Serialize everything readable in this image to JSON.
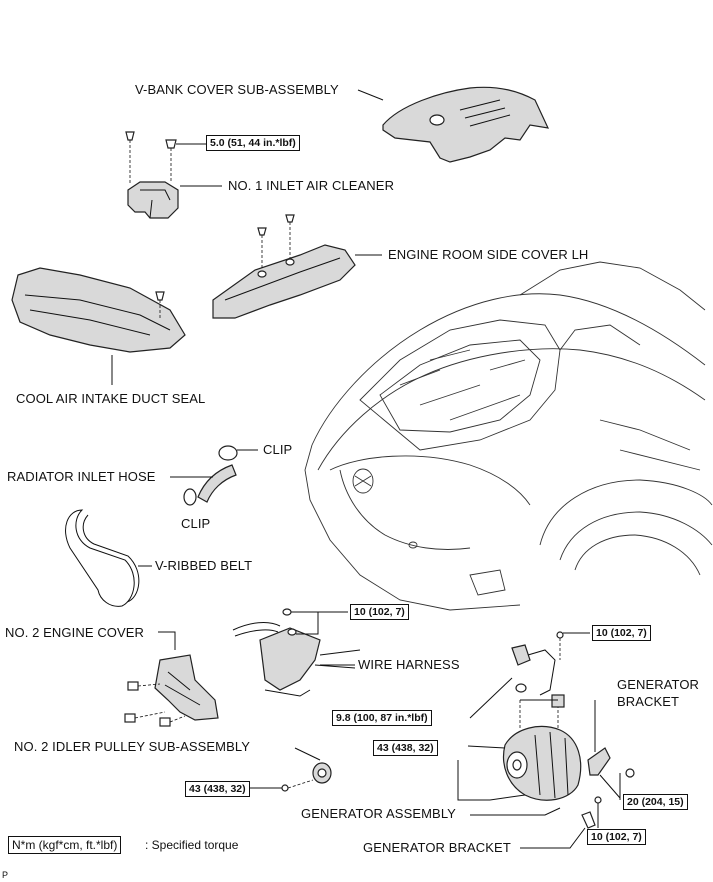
{
  "labels": {
    "vbank_cover": "V-BANK COVER SUB-ASSEMBLY",
    "inlet_air_cleaner": "NO. 1 INLET AIR CLEANER",
    "engine_room_cover": "ENGINE ROOM SIDE COVER LH",
    "cool_air_duct": "COOL AIR INTAKE DUCT SEAL",
    "clip_top": "CLIP",
    "radiator_hose": "RADIATOR INLET HOSE",
    "clip_bottom": "CLIP",
    "v_ribbed_belt": "V-RIBBED BELT",
    "engine_cover_2": "NO. 2 ENGINE COVER",
    "wire_harness": "WIRE HARNESS",
    "generator_bracket_top_line1": "GENERATOR",
    "generator_bracket_top_line2": "BRACKET",
    "idler_pulley": "NO. 2 IDLER PULLEY SUB-ASSEMBLY",
    "generator_assembly": "GENERATOR ASSEMBLY",
    "generator_bracket_bottom": "GENERATOR BRACKET"
  },
  "torques": {
    "t1": "5.0 (51, 44 in.*lbf)",
    "t2": "10 (102, 7)",
    "t3": "10 (102, 7)",
    "t4": "9.8 (100, 87 in.*lbf)",
    "t5": "43 (438, 32)",
    "t6": "43 (438, 32)",
    "t7": "20 (204, 15)",
    "t8": "10 (102, 7)"
  },
  "legend": {
    "unit_box": "N*m (kgf*cm, ft.*lbf)",
    "description": ": Specified torque"
  },
  "corner_mark": "P"
}
